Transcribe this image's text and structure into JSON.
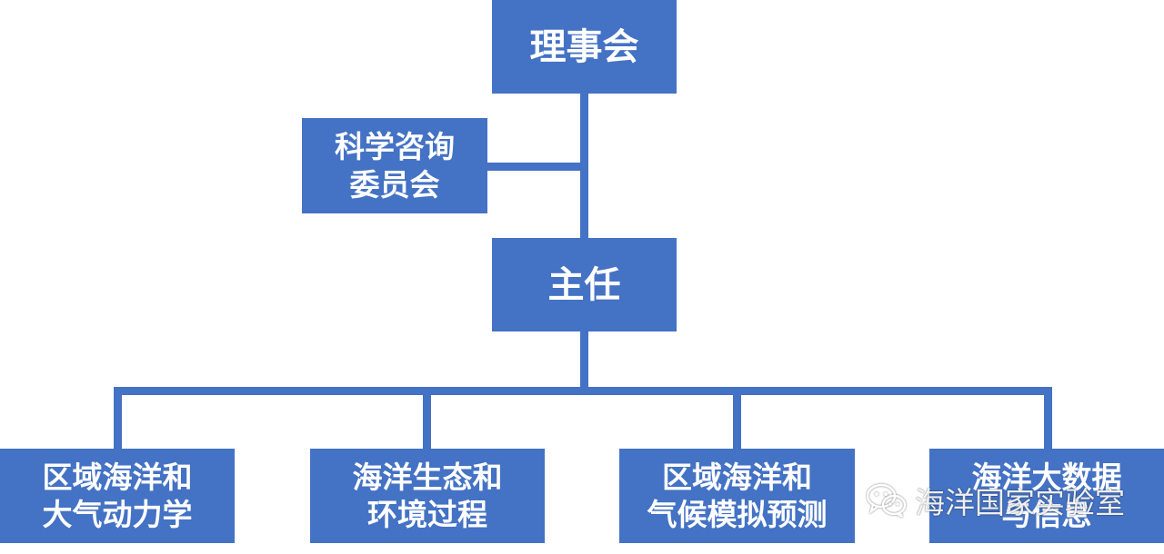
{
  "board": {
    "label": "理事会"
  },
  "advisory": {
    "line1": "科学咨询",
    "line2": "委员会"
  },
  "director": {
    "label": "主任"
  },
  "divisions": [
    {
      "line1": "区域海洋和",
      "line2": "大气动力学"
    },
    {
      "line1": "海洋生态和",
      "line2": "环境过程"
    },
    {
      "line1": "区域海洋和",
      "line2": "气候模拟预测"
    },
    {
      "line1": "海洋大数据",
      "line2": "与信息"
    }
  ],
  "watermark": {
    "text": "海洋国家实验室",
    "icon": "wechat-icon"
  },
  "colors": {
    "box": "#4472c4",
    "connector": "#4472c4",
    "text": "#ffffff"
  }
}
